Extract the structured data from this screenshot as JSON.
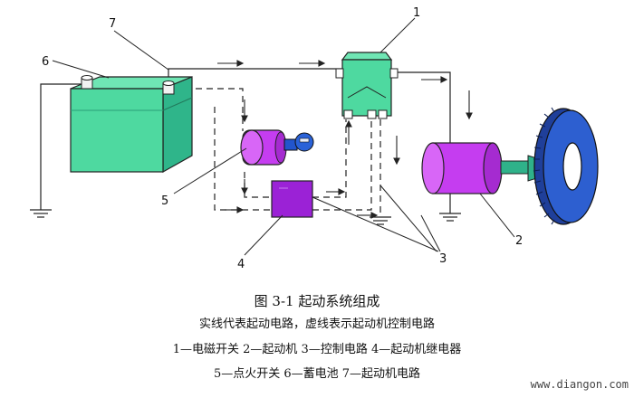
{
  "labels": {
    "n1": "1",
    "n2": "2",
    "n3": "3",
    "n4": "4",
    "n5": "5",
    "n6": "6",
    "n7": "7"
  },
  "caption": {
    "title": "图 3-1   起动系统组成",
    "subtitle": "实线代表起动电路，虚线表示起动机控制电路",
    "legend_line1": "1—电磁开关   2—起动机   3—控制电路   4—起动机继电器",
    "legend_line2": "5—点火开关   6—蓄电池   7—起动机电路"
  },
  "watermark": "www.diangon.com",
  "colors": {
    "battery": "#4ed9a0",
    "solenoid": "#4ed9a0",
    "motor": "#c53df0",
    "relay": "#9b22d6",
    "ignition": "#c53df0",
    "key": "#2255cc",
    "shaft": "#2fb28a",
    "flywheel": "#2d5fd0"
  },
  "icons": {
    "ground": "ground-symbol-icon",
    "key": "ignition-key-icon"
  }
}
